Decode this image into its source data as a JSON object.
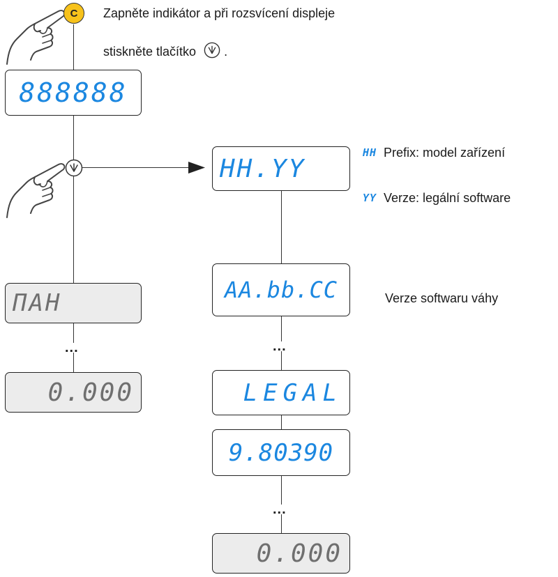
{
  "instruction": {
    "line1": "Zapněte indikátor a při rozsvícení displeje",
    "line2": "stiskněte tlačítko",
    "line2_end": "."
  },
  "buttons": {
    "c_label": "C",
    "c_color": "#f7c21b"
  },
  "left_column": {
    "test_display": "888888",
    "max_display": "ΠΑΗ",
    "dots": "...",
    "zero_display": "0.000"
  },
  "right_column": {
    "version_display": "HH.YY",
    "sw_display": "AA.bb.CC",
    "dots1": "...",
    "legal_display": "LEGAL",
    "gravity_display": "9.80390",
    "dots2": "...",
    "zero_display": "0.000"
  },
  "legend": {
    "hh_code": "HH",
    "hh_text": "Prefix: model zařízení",
    "yy_code": "YY",
    "yy_text": "Verze: legální software",
    "sw_text": "Verze softwaru váhy"
  },
  "colors": {
    "accent_blue": "#1b87e0",
    "yellow": "#f7c21b"
  },
  "icons": [
    "hand-press-icon",
    "c-button-icon",
    "down-arrow-circle-icon"
  ]
}
